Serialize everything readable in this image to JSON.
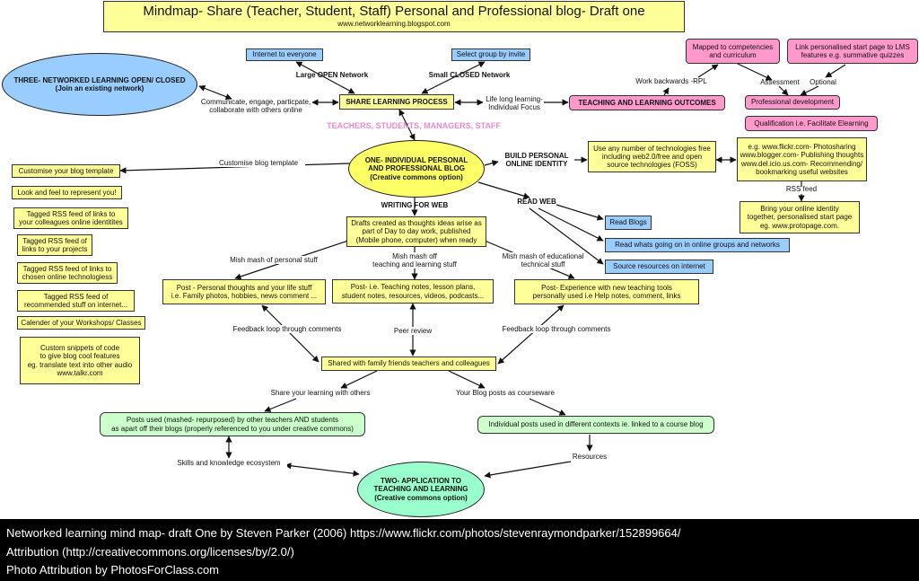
{
  "title": {
    "main": "Mindmap- Share (Teacher, Student, Staff) Personal and Professional blog- Draft one",
    "url": "www.networklearning.blogspot.com"
  },
  "nodes": {
    "three_networked": "THREE- NETWORKED LEARNING OPEN/ CLOSED\n(Join an existing network)",
    "internet_everyone": "Internet to everyone",
    "select_group": "Select group by invite",
    "share_learning": "SHARE LEARNING PROCESS",
    "teaching_outcomes": "TEACHING AND LEARNING OUTCOMES",
    "mapped_competencies": "Mapped to competencies\nand curriculum",
    "link_lms": "Link personalised start page to LMS\nfeatures e.g. summative quizzes",
    "professional_dev": "Professional development",
    "qualification": "Qualification i.e. Facilitate Elearning",
    "one_blog": "ONE-  INDIVIDUAL PERSONAL\nAND PROFESSIONAL BLOG\n(Creative commons option)",
    "use_technologies": "Use any number of technologies free\nincluding web2.0/free and open\nsource technologies (FOSS)",
    "flickr": "e.g. www.flickr.com- Photosharing\nwww.blogger.com- Publishing thoughts\nwww.del.icio.us.com- Recommending/\nbookmarking useful websites",
    "bring_identity": "Bring your online identity\ntogether, personalised start page\neg. www.protopage.com.",
    "customise_template": "Customise your blog template",
    "look_feel": "Look and feel to represent you!",
    "tagged_colleagues": "Tagged RSS feed of links to\nyour colleagues online identitites",
    "tagged_projects": "Tagged RSS feed of\nlinks to your projects",
    "tagged_tech": "Tagged RSS feed of links to\nchosen online technologiess",
    "tagged_recommended": "Tagged RSS feed of\nrecommended stuff on internet...",
    "calender": "Calender of your Workshops/ Classes",
    "custom_snippets": "Custom snippets of code\nto give blog cool features\neg. translate text into other audio\nwww.talkr.com",
    "drafts": "Drafts created as thoughts ideas arise as\npart of Day to day work, published\n(Mobile phone, computer) when ready",
    "read_blogs": "Read Blogs",
    "read_whats_going": "Read whats going on in online groups and networks",
    "source_resources": "Source resources on internet",
    "post_personal": "Post - Personal thoughts and your life stuff\ni.e. Family photos, hobbies, news comment ...",
    "post_teaching": "Post- i.e. Teaching notes, lesson plans,\nstudent notes, resources, videos, podcasts...",
    "post_experience": "Post- Experience with new teaching tools\npersonally used i.e Help notes, comment, links",
    "shared_family": "Shared with family friends teachers and colleagues",
    "posts_used": "Posts used (mashed- repurposed) by other teachers AND students\nas apart off their blogs (properly referenced to you under creative commons)",
    "individual_posts": "Individual posts used in different contexts ie. linked to a course blog",
    "two_application": "TWO- APPLICATION TO\nTEACHING AND LEARNING\n(Creative commons option)"
  },
  "labels": {
    "large_open": "Large OPEN Network",
    "small_closed": "Small CLOSED Network",
    "communicate": "Communicate, engage, particpate,\ncollaborate with others online",
    "lifelong": "Life long learning-\nIndividual Focus",
    "work_backwards": "Work backwards -RPL",
    "assessment": "Assessment",
    "optional": "Optional",
    "audience": "TEACHERS, STUDENTS, MANAGERS, STAFF",
    "build_identity": "BUILD PERSONAL\nONLINE IDENTITY",
    "rss_feed": "RSS feed",
    "customise_blog_template": "Customise blog template",
    "writing_for_web": "WRITING FOR WEB",
    "read_web": "READ WEB",
    "mish_personal": "Mish mash of personal stuff",
    "mish_teaching": "Mish mash off\nteaching and learning stuff",
    "mish_educational": "Mish mash of educational\ntechnical stuff",
    "feedback_left": "Feedback loop through comments",
    "peer_review": "Peer review",
    "feedback_right": "Feedback loop through comments",
    "share_your_learning": "Share your learning with others",
    "courseware": "Your Blog posts as courseware",
    "skills": "Skills and knowledge ecosystem",
    "resources": "Resources"
  },
  "footer": {
    "line1": "Networked learning mind map- draft One by Steven Parker (2006) https://www.flickr.com/photos/stevenraymondparker/152899664/",
    "line2": "Attribution (http://creativecommons.org/licenses/by/2.0/)",
    "line3": "Photo Attribution by PhotosForClass.com"
  },
  "colors": {
    "yellow": "#ffff99",
    "blue": "#99ccff",
    "pink": "#ff99cc",
    "green": "#ccffcc",
    "audience_label": "#ee88cc",
    "footer_bg": "#000000"
  }
}
